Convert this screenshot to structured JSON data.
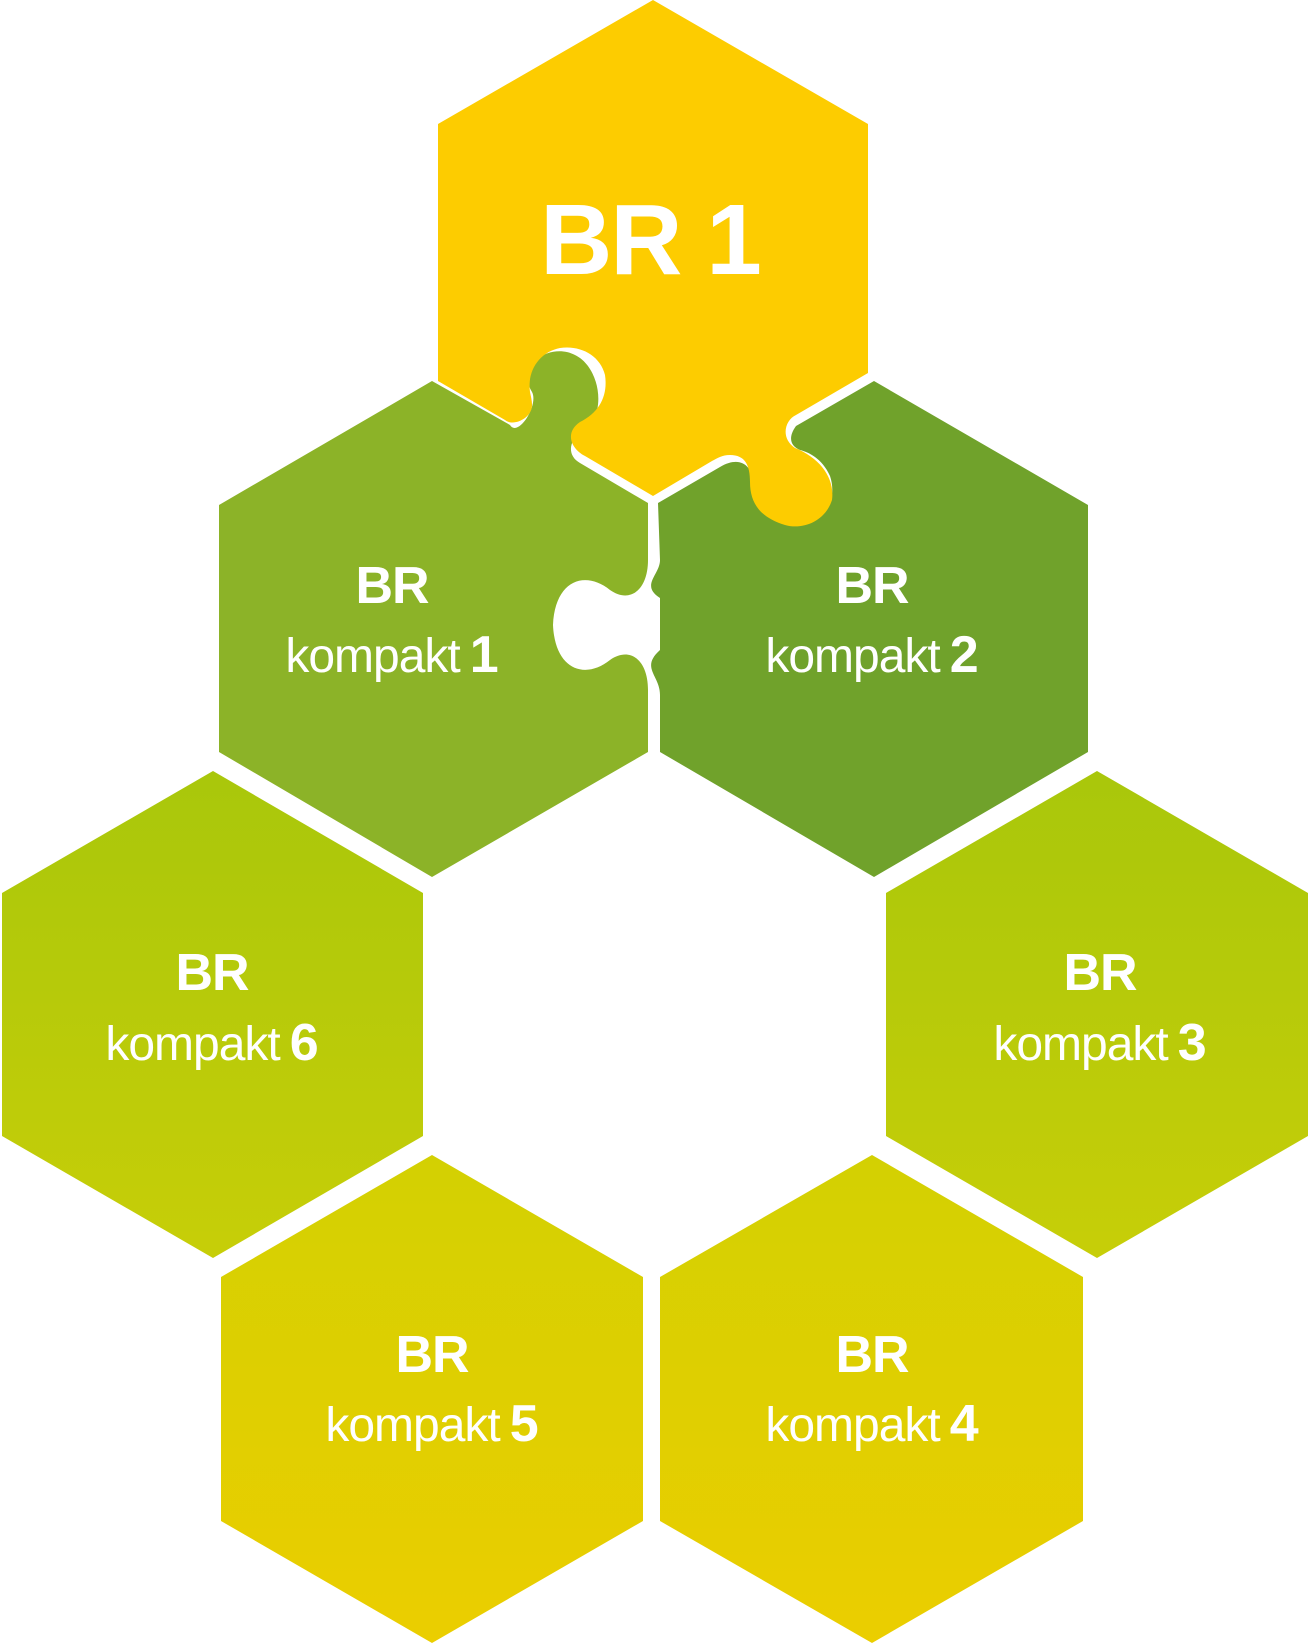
{
  "nodes": [
    {
      "id": "br1",
      "label": "BR 1",
      "color": "#FDCC00"
    },
    {
      "id": "k1",
      "brand": "BR",
      "word": "kompakt",
      "num": "1",
      "color": "#8CB328"
    },
    {
      "id": "k2",
      "brand": "BR",
      "word": "kompakt",
      "num": "2",
      "color": "#70A22B"
    },
    {
      "id": "k3",
      "brand": "BR",
      "word": "kompakt",
      "num": "3",
      "color_top": "#A9C70B",
      "color_bottom": "#C7CE08"
    },
    {
      "id": "k4",
      "brand": "BR",
      "word": "kompakt",
      "num": "4",
      "color_top": "#D3D002",
      "color_bottom": "#EBCE00"
    },
    {
      "id": "k5",
      "brand": "BR",
      "word": "kompakt",
      "num": "5",
      "color_top": "#D3D002",
      "color_bottom": "#EBCE00"
    },
    {
      "id": "k6",
      "brand": "BR",
      "word": "kompakt",
      "num": "6",
      "color_top": "#A9C70B",
      "color_bottom": "#C7CE08"
    }
  ]
}
